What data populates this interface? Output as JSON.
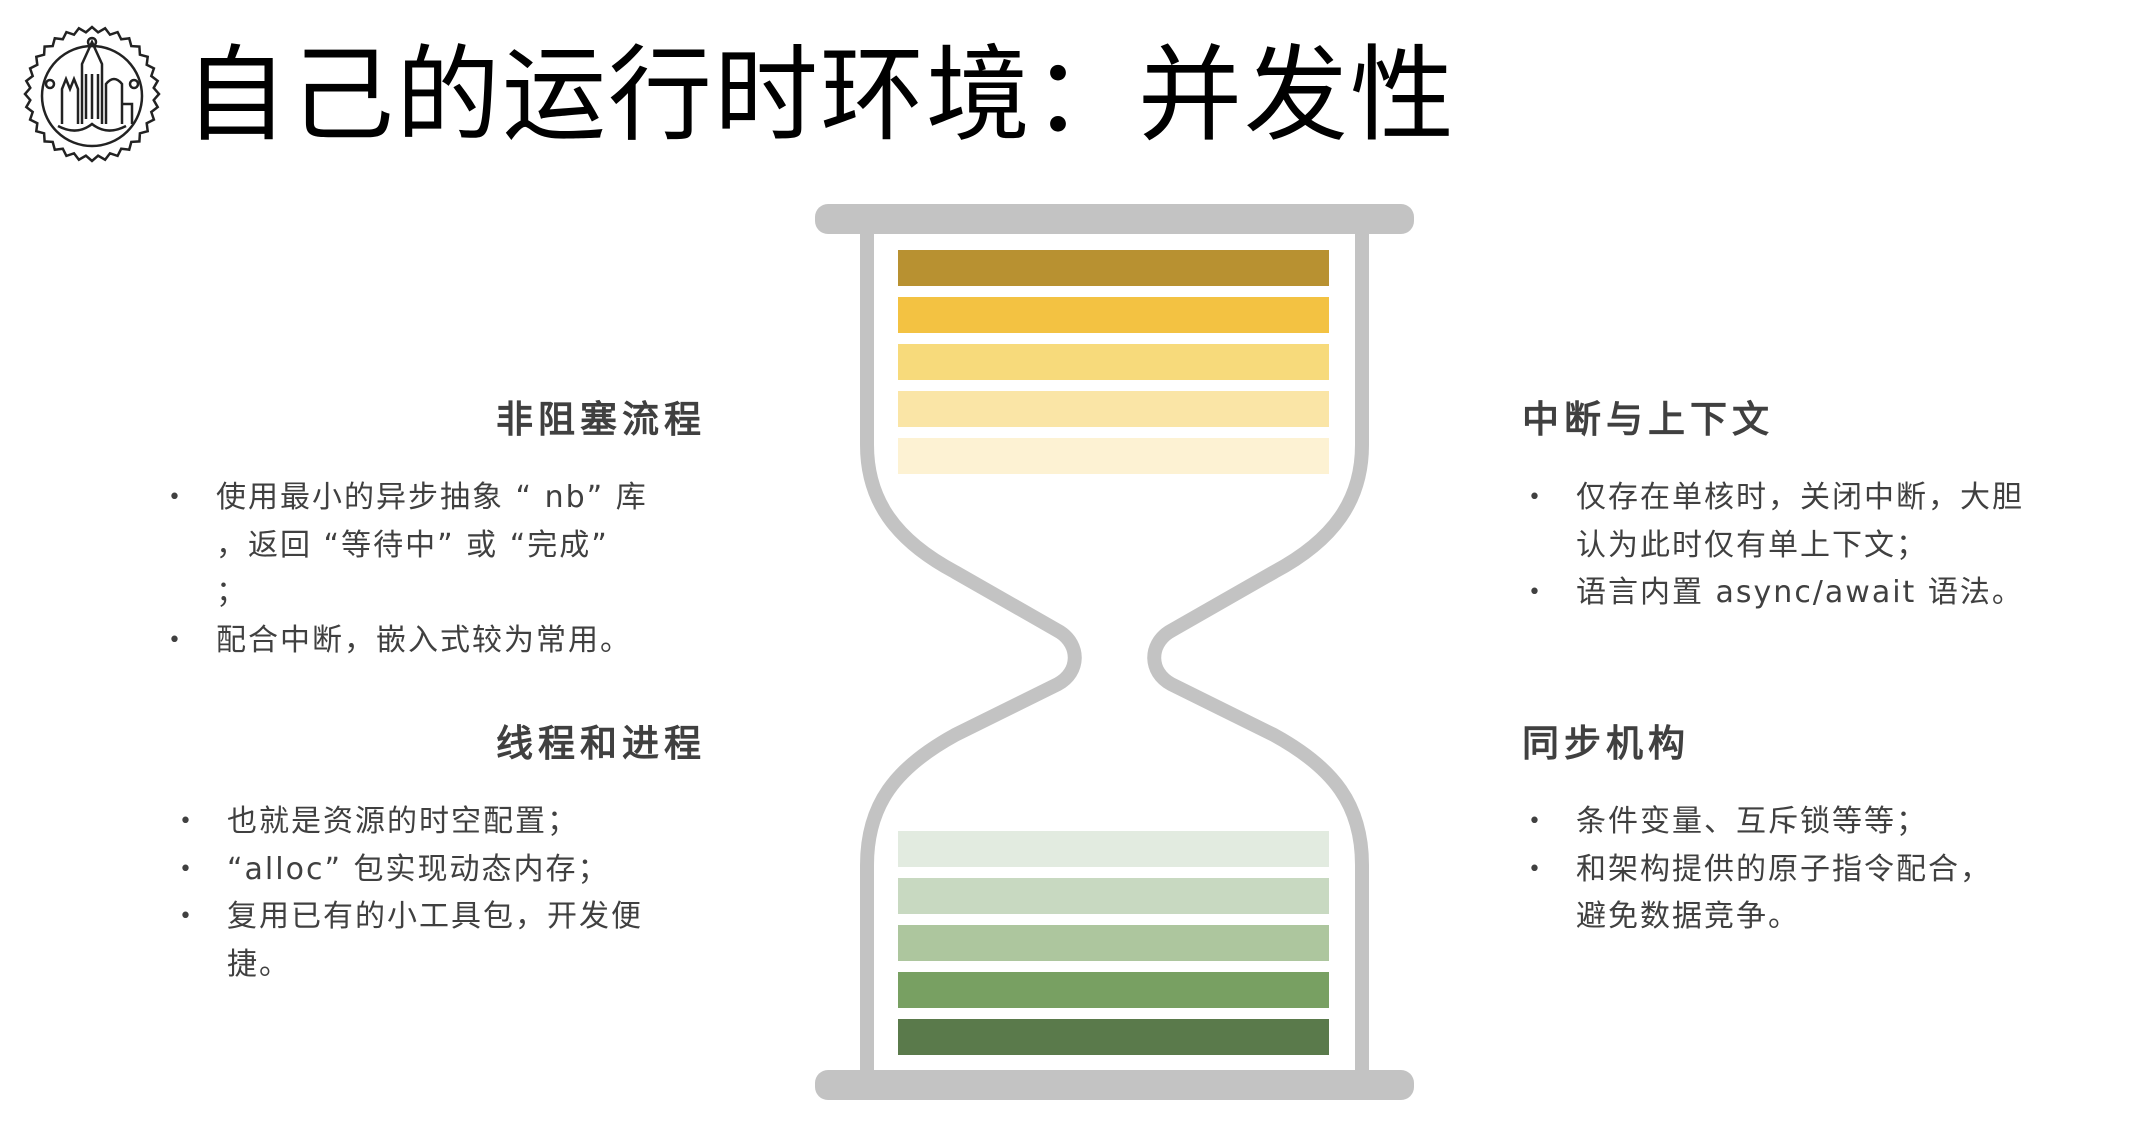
{
  "title": "自己的运行时环境：并发性",
  "colors": {
    "frame": "#c3c3c3",
    "top_bars": [
      "#b89131",
      "#f3c242",
      "#f7da7b",
      "#fae5a6",
      "#fdf2d3"
    ],
    "bottom_bars": [
      "#e2ebe0",
      "#c8d9c1",
      "#adc69e",
      "#78a062",
      "#5a7a4b"
    ]
  },
  "sections": {
    "nonblocking": {
      "heading": "非阻塞流程",
      "bullets": [
        {
          "lines": [
            "使用最小的异步抽象 “ nb” 库",
            "，返回 “等待中” 或 “完成”",
            "；"
          ]
        },
        {
          "lines": [
            "配合中断，嵌入式较为常用。"
          ]
        }
      ]
    },
    "threads": {
      "heading": "线程和进程",
      "bullets": [
        {
          "lines": [
            "也就是资源的时空配置；"
          ]
        },
        {
          "lines": [
            "“alloc” 包实现动态内存；"
          ]
        },
        {
          "lines": [
            "复用已有的小工具包，开发便",
            "捷。"
          ]
        }
      ]
    },
    "interrupts": {
      "heading": "中断与上下文",
      "bullets": [
        {
          "lines": [
            "仅存在单核时，关闭中断，大胆",
            "认为此时仅有单上下文；"
          ]
        },
        {
          "lines": [
            "语言内置 async/await 语法。"
          ]
        }
      ]
    },
    "sync": {
      "heading": "同步机构",
      "bullets": [
        {
          "lines": [
            "条件变量、互斥锁等等；"
          ]
        },
        {
          "lines": [
            "和架构提供的原子指令配合，",
            "避免数据竞争。"
          ]
        }
      ]
    }
  },
  "bullet_symbol": "•"
}
